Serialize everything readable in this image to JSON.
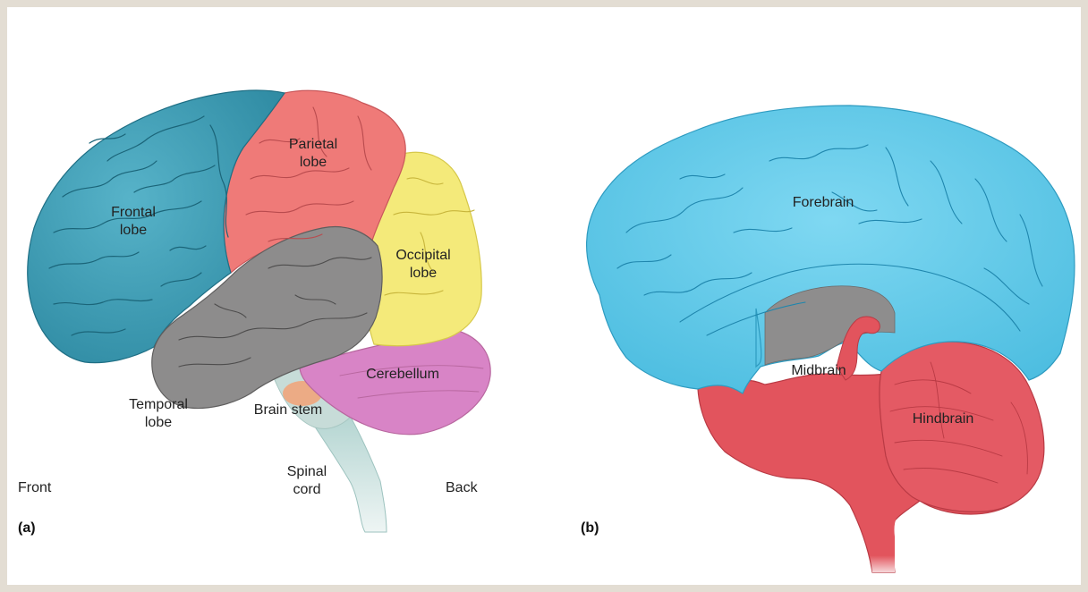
{
  "panel_a": {
    "letter": "(a)",
    "labels": {
      "frontal": "Frontal\nlobe",
      "parietal": "Parietal\nlobe",
      "occipital": "Occipital\nlobe",
      "temporal": "Temporal\nlobe",
      "cerebellum": "Cerebellum",
      "brainstem": "Brain stem",
      "spinal": "Spinal\ncord",
      "front": "Front",
      "back": "Back"
    }
  },
  "panel_b": {
    "letter": "(b)",
    "labels": {
      "forebrain": "Forebrain",
      "midbrain": "Midbrain",
      "hindbrain": "Hindbrain"
    }
  },
  "colors": {
    "frame": "#e3ddd3",
    "frontal": "#3e9db5",
    "parietal": "#ef7a78",
    "occipital": "#f4ea7a",
    "temporal": "#8c8b8b",
    "cerebellum": "#d97fc4",
    "brainstem": "#b9d6d3",
    "forebrain": "#5cc6e6",
    "midhind": "#e2545d"
  }
}
